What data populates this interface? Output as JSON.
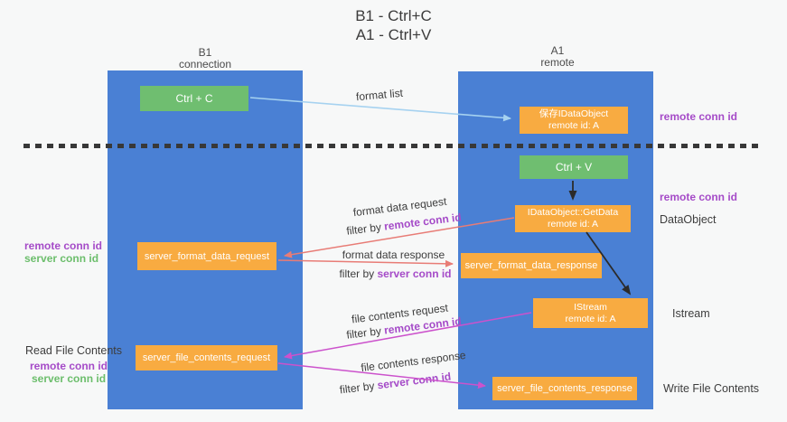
{
  "title": {
    "line1": "B1 - Ctrl+C",
    "line2": "A1 - Ctrl+V"
  },
  "lanes": {
    "left": {
      "name": "B1",
      "subtitle": "connection"
    },
    "right": {
      "name": "A1",
      "subtitle": "remote"
    }
  },
  "boxes": {
    "ctrl_c": "Ctrl + C",
    "ctrl_v": "Ctrl + V",
    "save_dataobject": {
      "line1": "保存IDataObject",
      "line2": "remote id: A"
    },
    "getdata": {
      "line1": "IDataObject::GetData",
      "line2": "remote id: A"
    },
    "istream": {
      "line1": "IStream",
      "line2": "remote id: A"
    },
    "format_request": "server_format_data_request",
    "format_response": "server_format_data_response",
    "file_request": "server_file_contents_request",
    "file_response": "server_file_contents_response"
  },
  "flow": {
    "format_list": "format list",
    "format_data_request": "format data request",
    "format_data_response": "format data response",
    "file_contents_request": "file contents request",
    "file_contents_response": "file contents response",
    "filter_prefix": "filter by ",
    "remote_key": "remote conn id",
    "server_key": "server conn id"
  },
  "side": {
    "remote_conn_id": "remote conn id",
    "server_conn_id": "server conn id",
    "dataobject": "DataObject",
    "istream": "Istream",
    "read_file": "Read File Contents",
    "write_file": "Write File Contents"
  },
  "colors": {
    "lane_blue": "#4a80d4",
    "box_orange": "#f8ab41",
    "box_green": "#6fbe70",
    "text_purple": "#a54bc8",
    "text_green": "#6cbe6c",
    "arrow_salmon": "#e87c76",
    "arrow_magenta": "#cc52cc",
    "arrow_lightblue": "#a6d2f0",
    "arrow_black": "#2b2b2b",
    "background": "#f7f8f8"
  }
}
